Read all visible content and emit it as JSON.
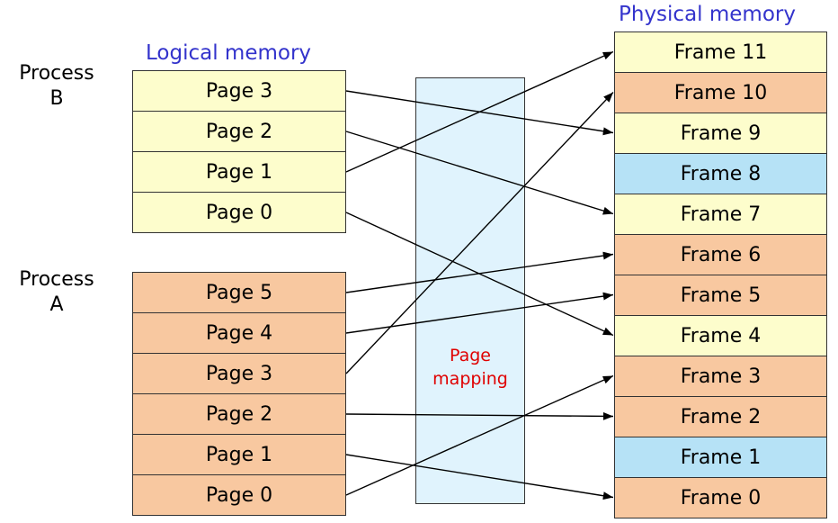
{
  "headings": {
    "logical": "Logical memory",
    "physical": "Physical memory"
  },
  "process_b_label": [
    "Process",
    "B"
  ],
  "process_a_label": [
    "Process",
    "A"
  ],
  "mapping_label": [
    "Page",
    "mapping"
  ],
  "process_b_pages": [
    {
      "label": "Page 3",
      "frame": 9
    },
    {
      "label": "Page 2",
      "frame": 7
    },
    {
      "label": "Page 1",
      "frame": 11
    },
    {
      "label": "Page 0",
      "frame": 4
    }
  ],
  "process_a_pages": [
    {
      "label": "Page 5",
      "frame": 6
    },
    {
      "label": "Page 4",
      "frame": 5
    },
    {
      "label": "Page 3",
      "frame": 10
    },
    {
      "label": "Page 2",
      "frame": 2
    },
    {
      "label": "Page 1",
      "frame": 0
    },
    {
      "label": "Page 0",
      "frame": 3
    }
  ],
  "frames": [
    {
      "label": "Frame 11",
      "color": "yellow"
    },
    {
      "label": "Frame 10",
      "color": "orange"
    },
    {
      "label": "Frame 9",
      "color": "yellow"
    },
    {
      "label": "Frame 8",
      "color": "blue"
    },
    {
      "label": "Frame 7",
      "color": "yellow"
    },
    {
      "label": "Frame 6",
      "color": "orange"
    },
    {
      "label": "Frame 5",
      "color": "orange"
    },
    {
      "label": "Frame 4",
      "color": "yellow"
    },
    {
      "label": "Frame 3",
      "color": "orange"
    },
    {
      "label": "Frame 2",
      "color": "orange"
    },
    {
      "label": "Frame 1",
      "color": "blue"
    },
    {
      "label": "Frame 0",
      "color": "orange"
    }
  ],
  "colors": {
    "yellow": "#fdfdcc",
    "orange": "#f8c8a0",
    "blue": "#b6e2f6",
    "heading": "#3333cc",
    "mapping_text": "#e00000"
  }
}
